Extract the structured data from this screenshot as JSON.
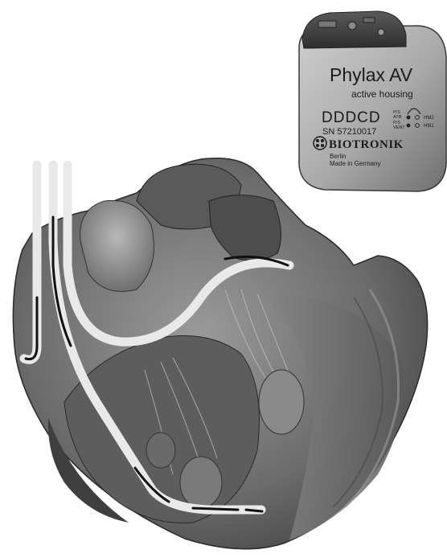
{
  "device": {
    "model": "Phylax AV",
    "subtitle": "active housing",
    "mode": "DDDCD",
    "serial": "SN 57210017",
    "port_labels": {
      "atrium": "P/S\nATR",
      "ventricle": "P/S\nVENT",
      "port1": "HM2",
      "port2": "HM1"
    },
    "brand": "BIOTRONIK",
    "city": "Berlin",
    "origin": "Made in Germany"
  }
}
